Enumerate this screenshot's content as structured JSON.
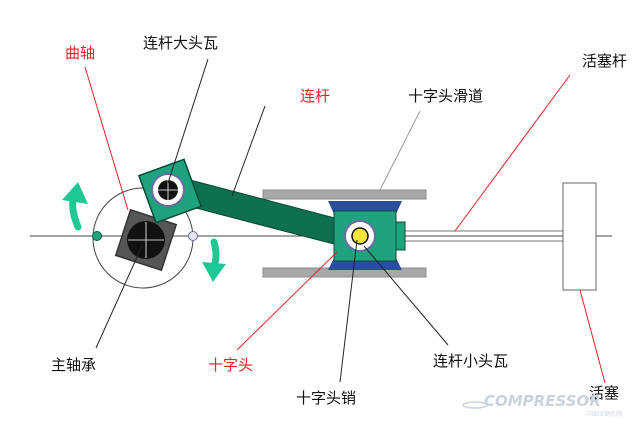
{
  "labels": {
    "crankshaft": "曲轴",
    "big_end_bearing": "连杆大头瓦",
    "connecting_rod": "连杆",
    "crosshead_guide": "十字头滑道",
    "piston_rod": "活塞杆",
    "main_bearing": "主轴承",
    "crosshead": "十字头",
    "crosshead_pin": "十字头销",
    "small_end_bearing": "连杆小头瓦",
    "piston": "活塞"
  },
  "watermark": {
    "brand": "COMPRESSOR",
    "sub": "中国压缩机网"
  },
  "colors": {
    "label_black": "#111111",
    "label_red": "#e0242a",
    "leader_red": "#e0242a",
    "leader_black": "#222222",
    "leader_gray": "#9a9aa2",
    "crank_green": "#1fa37f",
    "rod_green": "#0f7050",
    "bearing_gray": "#555555",
    "slide_gray": "#a8a8a8",
    "crosshead_blue": "#2a4f9a",
    "rotation_arrow": "#1fc796",
    "pin_yellow": "#f2e53a"
  }
}
